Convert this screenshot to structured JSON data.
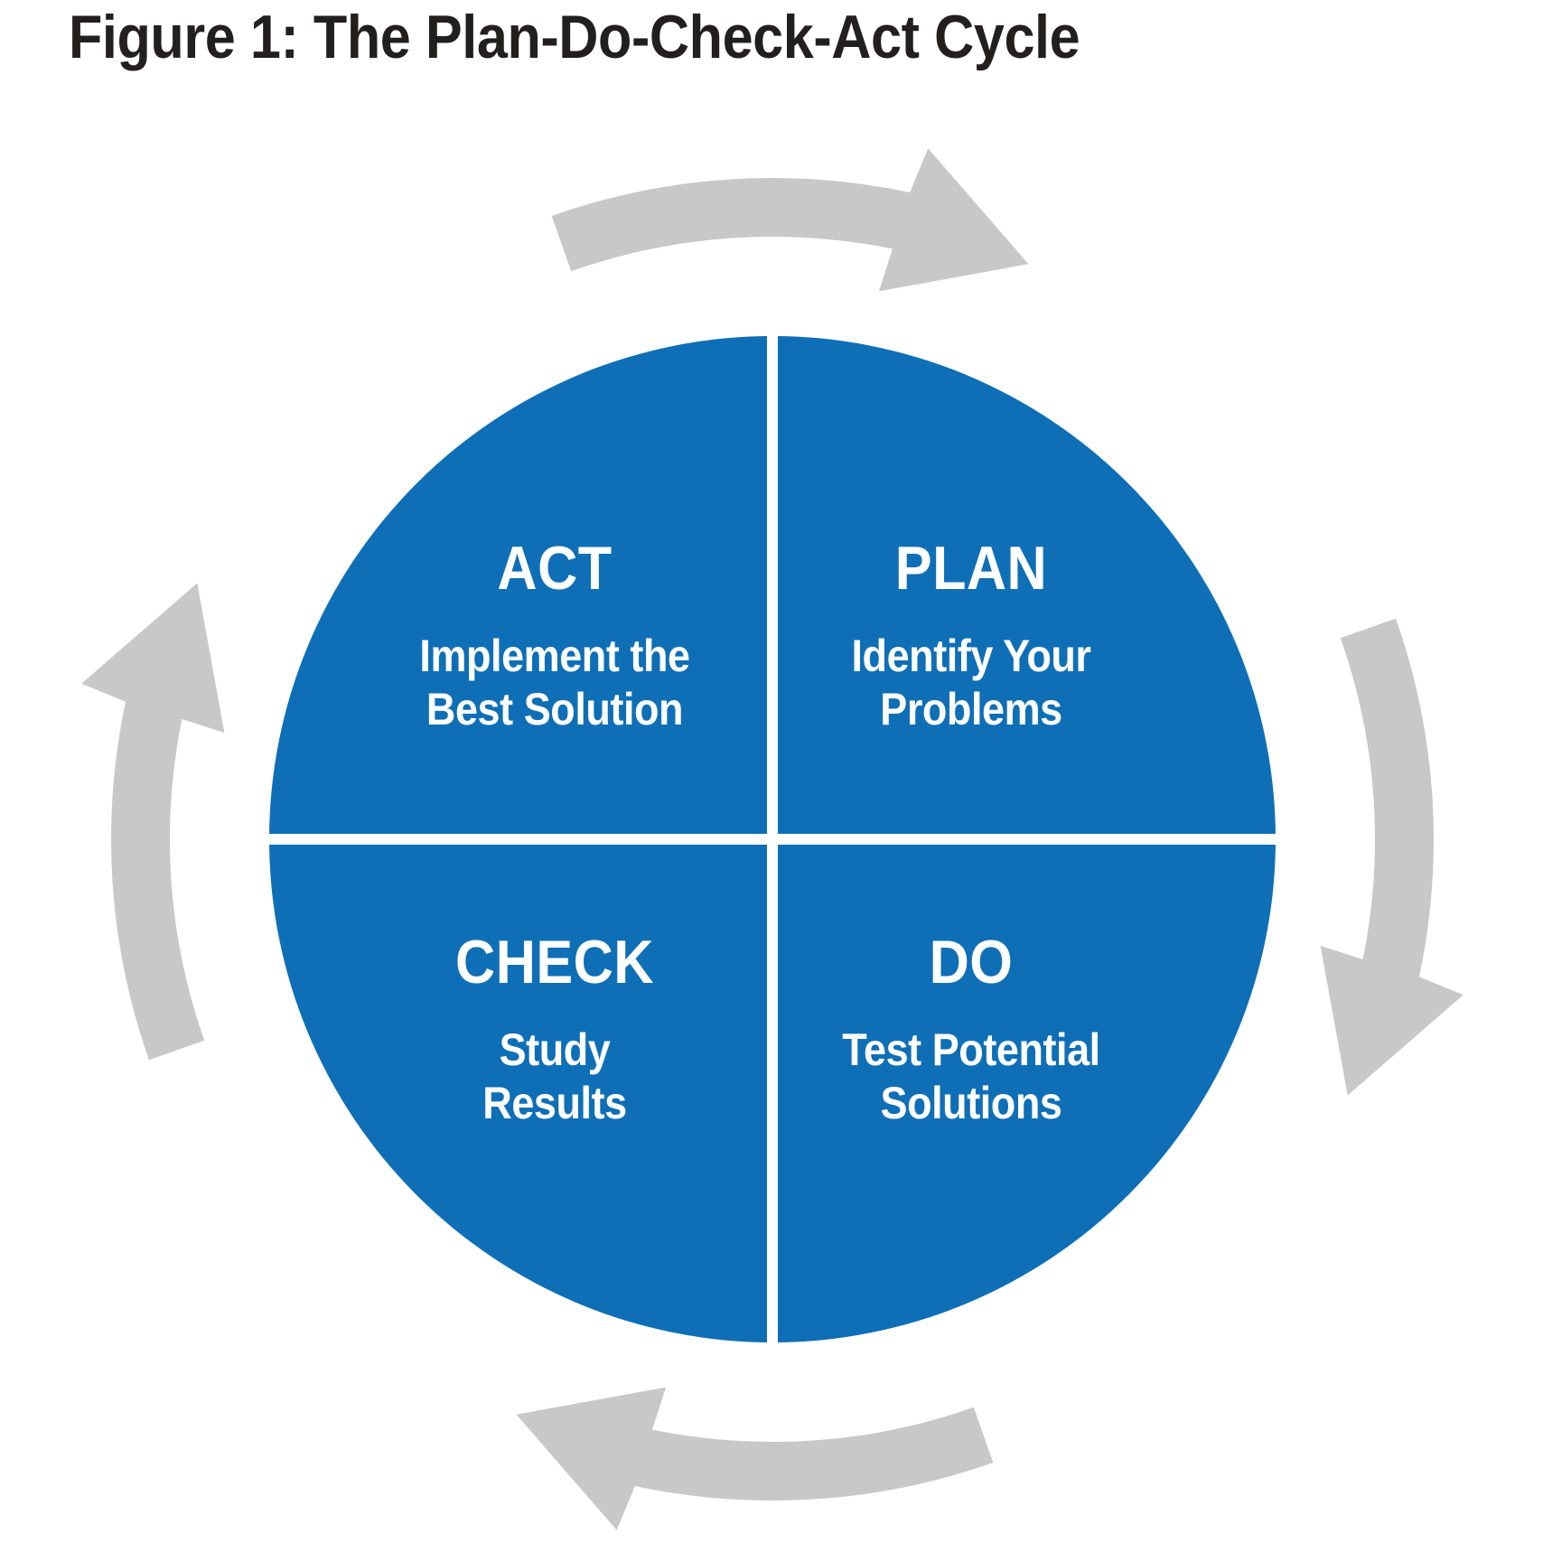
{
  "figure": {
    "title": "Figure 1: The Plan-Do-Check-Act Cycle"
  },
  "colors": {
    "quadrant_blue": "#0e6fb7",
    "arrow_gray": "#c8c8c8",
    "title_text": "#221f1f",
    "quadrant_text": "#ffffff",
    "background": "#ffffff"
  },
  "cycle": {
    "direction": "clockwise",
    "quadrants": [
      {
        "name": "ACT",
        "position": "top-left",
        "desc_line1": "Implement the",
        "desc_line2": "Best Solution",
        "description": "Implement the Best Solution"
      },
      {
        "name": "PLAN",
        "position": "top-right",
        "desc_line1": "Identify Your",
        "desc_line2": "Problems",
        "description": "Identify Your Problems"
      },
      {
        "name": "CHECK",
        "position": "bottom-left",
        "desc_line1": "Study",
        "desc_line2": "Results",
        "description": "Study Results"
      },
      {
        "name": "DO",
        "position": "bottom-right",
        "desc_line1": "Test Potential",
        "desc_line2": "Solutions",
        "description": "Test Potential Solutions"
      }
    ],
    "arrows": [
      {
        "position": "top",
        "points": "right"
      },
      {
        "position": "right",
        "points": "down"
      },
      {
        "position": "bottom",
        "points": "left"
      },
      {
        "position": "left",
        "points": "up"
      }
    ]
  }
}
